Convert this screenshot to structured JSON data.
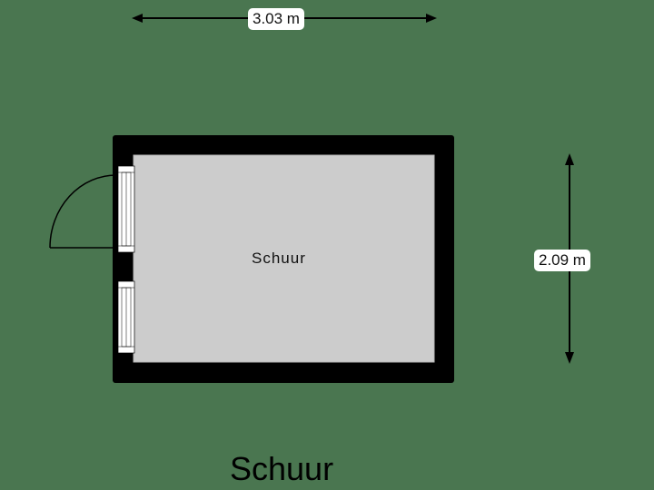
{
  "plan": {
    "title": "Schuur",
    "room": {
      "name": "Schuur"
    },
    "dimensions": {
      "width": "3.03 m",
      "height": "2.09 m"
    },
    "colors": {
      "background": "#4a7650",
      "wall": "#000000",
      "floor": "#cccccc",
      "window": "#ffffff"
    }
  }
}
